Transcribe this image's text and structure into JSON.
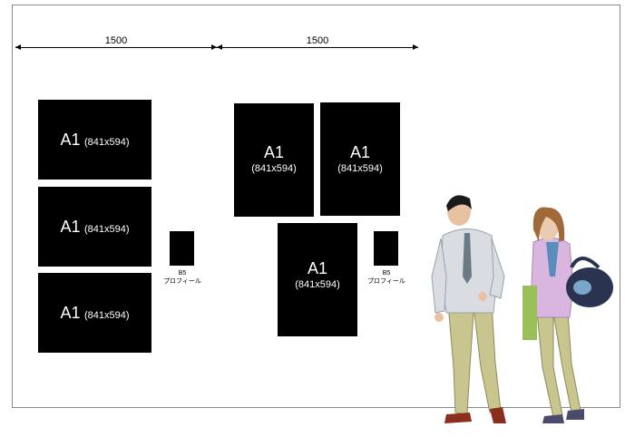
{
  "dimensions": [
    {
      "label": "1500"
    },
    {
      "label": "1500"
    }
  ],
  "panels": [
    {
      "size": "A1",
      "dims": "(841x594)"
    },
    {
      "size": "A1",
      "dims": "(841x594)"
    },
    {
      "size": "A1",
      "dims": "(841x594)"
    },
    {
      "size": "A1",
      "dims": "(841x594)"
    },
    {
      "size": "A1",
      "dims": "(841x594)"
    },
    {
      "size": "A1",
      "dims": "(841x594)"
    }
  ],
  "profiles": [
    {
      "size": "B5",
      "caption": "プロフィール"
    },
    {
      "size": "B5",
      "caption": "プロフィール"
    }
  ],
  "colors": {
    "panel": "#000000",
    "border": "#8a8a8a",
    "background": "#ffffff"
  }
}
